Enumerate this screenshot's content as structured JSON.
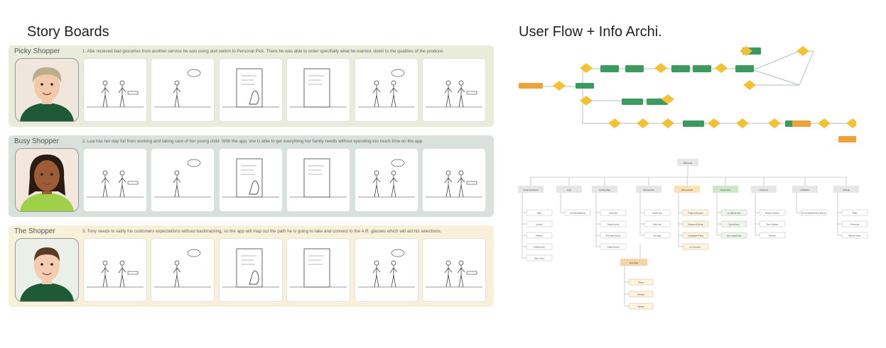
{
  "storyboards": {
    "title": "Story Boards",
    "rows": [
      {
        "name": "Picky Shopper",
        "description": "1. Abe recieved bad groceries from another service he was using and switch to Personal Pick. There he was able to order specifially what he wanted, down to the qualities of the produce.",
        "bg": "#e8ecd9"
      },
      {
        "name": "Busy Shopper",
        "description": "2. Lea has her day full from working and taking care of her young child. With the app, she is able to get everything her family needs without spending too much time on the app.",
        "bg": "#d9e1dc"
      },
      {
        "name": "The Shopper",
        "description": "3. Tony needs to satify his customers expectations without backtracking, so the app will map out the path he is going to take and connect to the A.R. glasses which will aid his selections.",
        "bg": "#f8f0d8"
      }
    ]
  },
  "userflow": {
    "title": "User Flow + Info Archi.",
    "colors": {
      "green": "#3c9a5f",
      "yellow": "#f3c233",
      "orange": "#f0a23a"
    }
  },
  "sitemap": {
    "root": "Welcome",
    "columns": [
      {
        "label": "Create an Account",
        "children": [
          "Name",
          "Location",
          "Pfwriters",
          "Email/Account",
          "Name Check"
        ],
        "accent": "#e6e6e6"
      },
      {
        "label": "Login",
        "children": [
          "Username/password"
        ],
        "accent": "#e6e6e6"
      },
      {
        "label": "Landing Page",
        "children": [
          "Search Bar",
          "Priority Account",
          "Secondary Account",
          "Tertiary Account"
        ],
        "accent": "#e6e6e6"
      },
      {
        "label": "Selected Item",
        "children": [
          "Specific Item",
          "Add to cart",
          "Item page"
        ],
        "accent": "#e6e6e6"
      },
      {
        "label": "Pick up Deals",
        "children": [
          "Things on Discounts",
          "Shoppers of the day",
          "Comparative Pricing",
          "etc. Confusion..."
        ],
        "accent": "#fbe2b6"
      },
      {
        "label": "Saved Carts",
        "children": [
          "List (Weekly Cart)",
          "Suviewt Items",
          "Auto-Curated Carts"
        ],
        "accent": "#cfe7c9"
      },
      {
        "label": "Check out",
        "children": [
          "Method of Delivery",
          "Time of Delivery",
          "Payment"
        ],
        "accent": "#e6e6e6"
      },
      {
        "label": "Notification",
        "children": [
          "Are not Satisfied before delivery"
        ],
        "accent": "#e6e6e6"
      },
      {
        "label": "Settings",
        "children": [
          "Profile",
          "Preferences",
          "Payment History"
        ],
        "accent": "#e6e6e6"
      }
    ],
    "subpage": {
      "label": "Item Page",
      "children": [
        "Picture",
        "Reviews",
        "Variants"
      ]
    }
  }
}
